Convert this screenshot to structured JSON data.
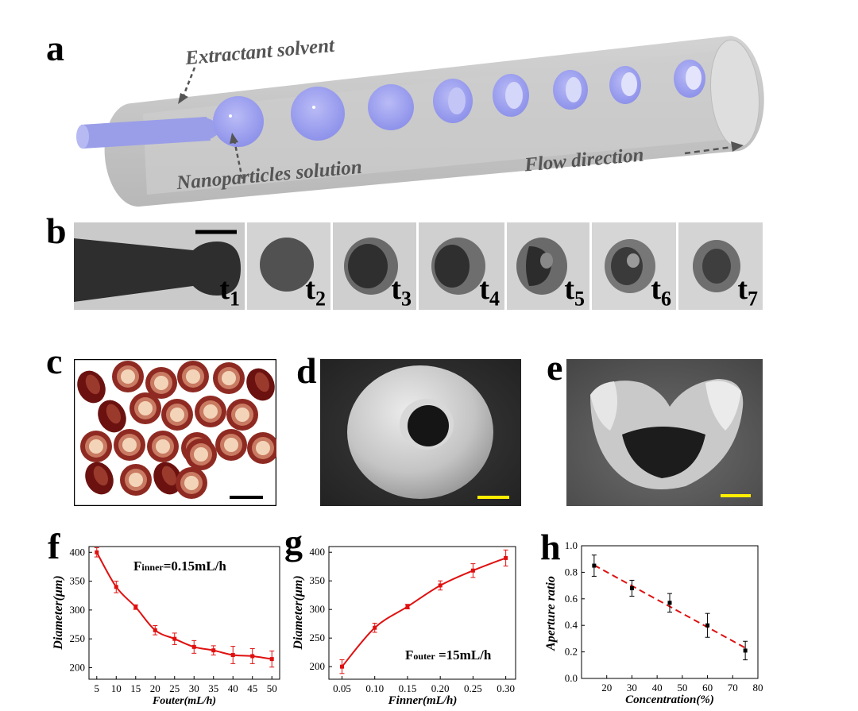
{
  "panel_labels": {
    "a": "a",
    "b": "b",
    "c": "c",
    "d": "d",
    "e": "e",
    "f": "f",
    "g": "g",
    "h": "h"
  },
  "panel_a": {
    "extractant_label": "Extractant solvent",
    "nanoparticles_label": "Nanoparticles solution",
    "flow_label": "Flow direction"
  },
  "panel_b": {
    "frames": [
      {
        "base": "t",
        "sub": "1"
      },
      {
        "base": "t",
        "sub": "2"
      },
      {
        "base": "t",
        "sub": "3"
      },
      {
        "base": "t",
        "sub": "4"
      },
      {
        "base": "t",
        "sub": "5"
      },
      {
        "base": "t",
        "sub": "6"
      },
      {
        "base": "t",
        "sub": "7"
      }
    ]
  },
  "colors": {
    "curve": "#e01010",
    "droplet": "#9fa2ee",
    "scale_bar_yellow": "#ffee00"
  },
  "chart_data": [
    {
      "type": "line",
      "panel": "f",
      "annotation": {
        "prefix": "F",
        "sub": "inner",
        "rest": "=0.15mL/h"
      },
      "xlabel": "Fouter(mL/h)",
      "ylabel": "Diameter(μm)",
      "xlim": [
        3,
        52
      ],
      "ylim": [
        180,
        410
      ],
      "x_ticks": [
        5,
        10,
        15,
        20,
        25,
        30,
        35,
        40,
        45,
        50
      ],
      "y_ticks": [
        200,
        250,
        300,
        350,
        400
      ],
      "y_tick_labels": [
        "200",
        "250",
        "300",
        "350",
        "400"
      ],
      "x": [
        5,
        10,
        15,
        20,
        25,
        30,
        35,
        40,
        45,
        50
      ],
      "y": [
        400,
        340,
        305,
        265,
        250,
        236,
        230,
        222,
        220,
        215
      ],
      "err": [
        8,
        10,
        4,
        8,
        10,
        11,
        8,
        15,
        13,
        14
      ],
      "fit": "smooth"
    },
    {
      "type": "line",
      "panel": "g",
      "annotation": {
        "prefix": "F",
        "sub": "outer",
        "rest": " =15mL/h"
      },
      "xlabel": "Finner(mL/h)",
      "ylabel": "Diameter(μm)",
      "xlim": [
        0.03,
        0.315
      ],
      "ylim": [
        178,
        410
      ],
      "x_ticks": [
        0.05,
        0.1,
        0.15,
        0.2,
        0.25,
        0.3
      ],
      "x_tick_labels": [
        "0.05",
        "0.10",
        "0.15",
        "0.20",
        "0.25",
        "0.30"
      ],
      "y_ticks": [
        200,
        250,
        300,
        350,
        400
      ],
      "y_tick_labels": [
        "200",
        "250",
        "300",
        "350",
        "400"
      ],
      "x": [
        0.05,
        0.1,
        0.15,
        0.2,
        0.25,
        0.3
      ],
      "y": [
        200,
        268,
        305,
        342,
        368,
        390
      ],
      "err": [
        12,
        8,
        4,
        8,
        12,
        14
      ],
      "fit": "smooth"
    },
    {
      "type": "line",
      "panel": "h",
      "xlabel": "Concentration(%)",
      "ylabel": "Aperture ratio",
      "xlim": [
        10,
        80
      ],
      "ylim": [
        0.0,
        1.0
      ],
      "x_ticks": [
        20,
        30,
        40,
        50,
        60,
        70,
        80
      ],
      "y_ticks": [
        0.0,
        0.2,
        0.4,
        0.6,
        0.8,
        1.0
      ],
      "y_tick_labels": [
        "0.0",
        "0.2",
        "0.4",
        "0.6",
        "0.8",
        "1.0"
      ],
      "x": [
        15,
        30,
        45,
        60,
        75
      ],
      "y": [
        0.85,
        0.68,
        0.57,
        0.4,
        0.21
      ],
      "err": [
        0.08,
        0.06,
        0.07,
        0.09,
        0.07
      ],
      "fit": "dashed-linear"
    }
  ]
}
